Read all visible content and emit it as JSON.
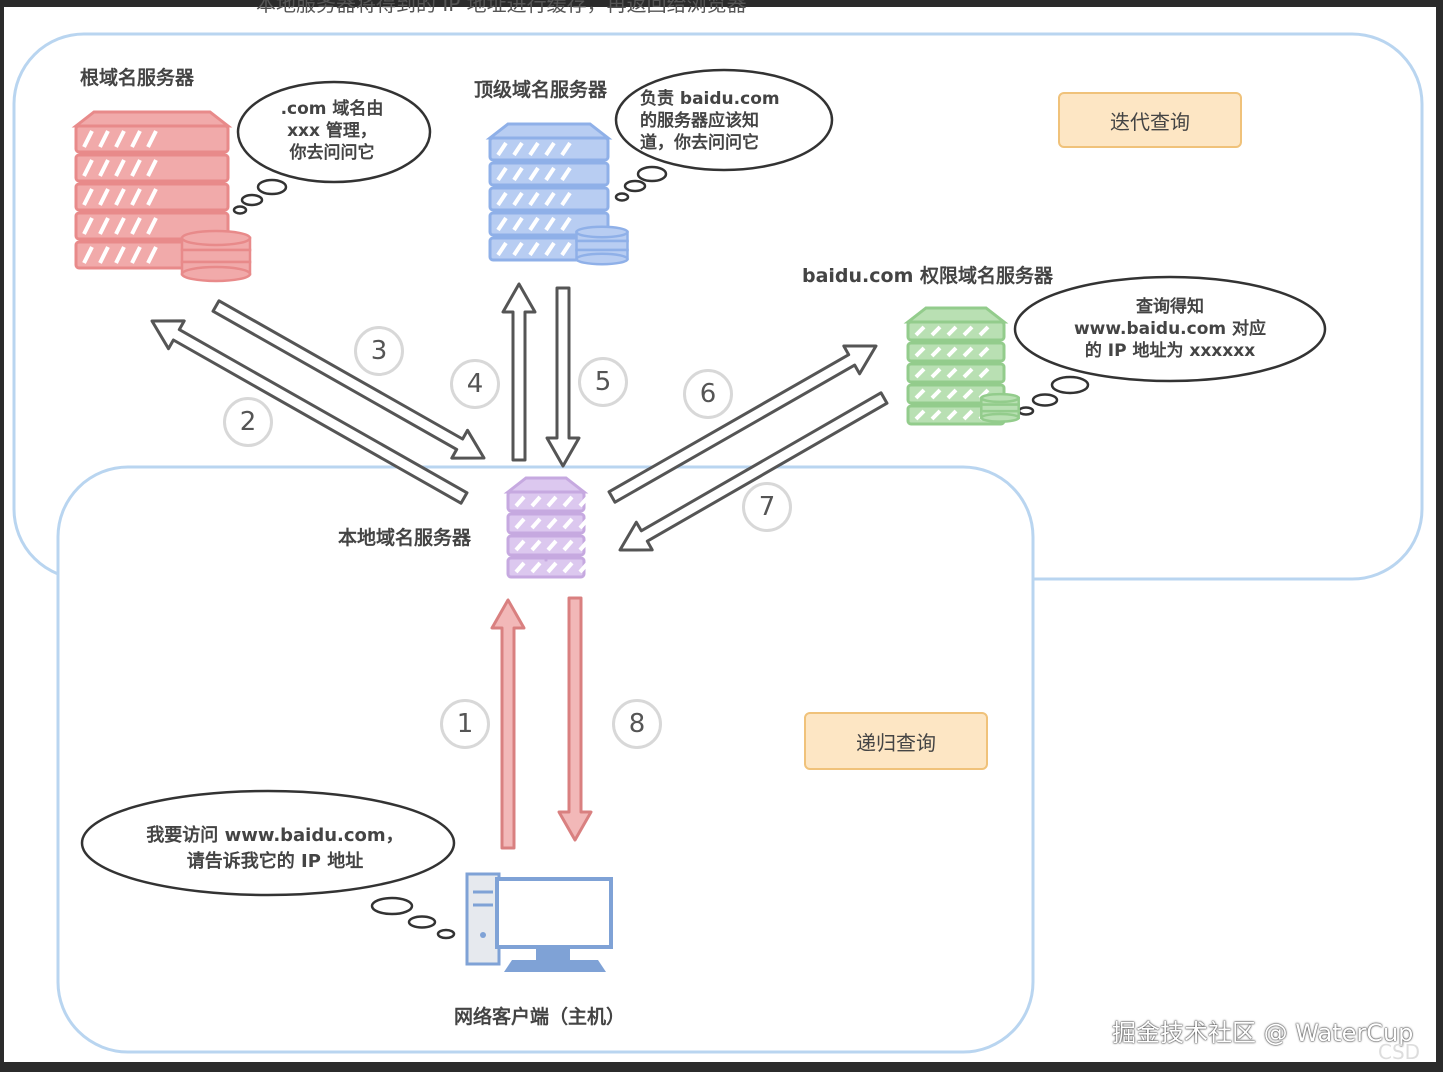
{
  "top_cut_text": "本地服务器将得到的 IP 地址进行缓存，再返回给浏览器",
  "iterative_label": "迭代查询",
  "recursive_label": "递归查询",
  "root_server": {
    "name": "根域名服务器",
    "thought": [
      ".com 域名由",
      "xxx 管理，",
      "你去问问它"
    ]
  },
  "tld_server": {
    "name": "顶级域名服务器",
    "thought": [
      "负责 baidu.com",
      "的服务器应该知",
      "道，你去问问它"
    ]
  },
  "auth_server": {
    "name": "baidu.com 权限域名服务器",
    "thought": [
      "查询得知",
      "www.baidu.com 对应",
      "的 IP 地址为 xxxxxx"
    ]
  },
  "local_server": {
    "name": "本地域名服务器"
  },
  "client": {
    "name": "网络客户端（主机）",
    "thought": [
      "我要访问 www.baidu.com，",
      "请告诉我它的 IP 地址"
    ]
  },
  "steps": [
    "1",
    "2",
    "3",
    "4",
    "5",
    "6",
    "7",
    "8"
  ],
  "watermark": "掘金技术社区 @ WaterCup",
  "corner_mark": "CSD",
  "colors": {
    "root": "#e88a8a",
    "tld": "#8fb0e8",
    "auth": "#93cc8c",
    "local": "#c6a9e0",
    "client": "#7fa2d6",
    "region": "#b9d5f0",
    "label_fill": "#fde6c4",
    "label_border": "#f0c27a",
    "pink_arrow": "#f2b8b8"
  }
}
